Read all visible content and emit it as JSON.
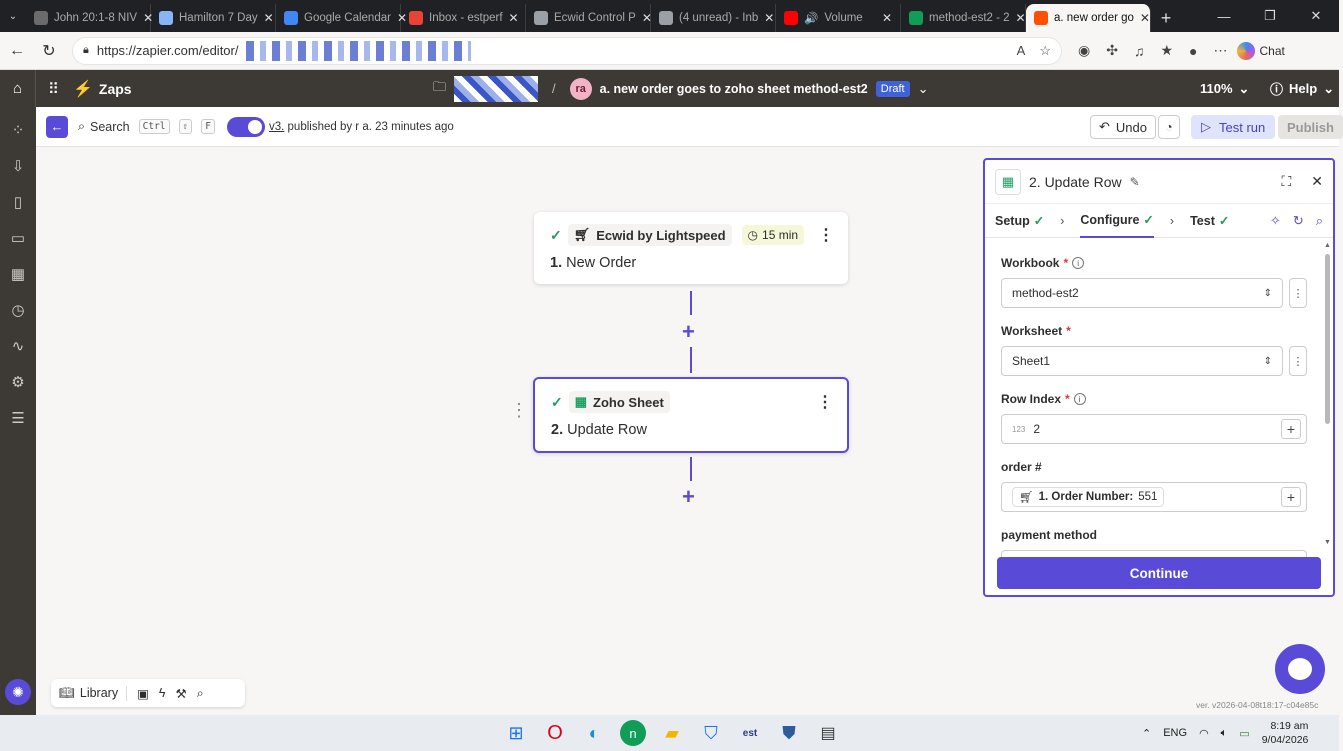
{
  "browser": {
    "tabs": [
      {
        "label": "John 20:1-8 NIV",
        "color": "#6b6b6b"
      },
      {
        "label": "Hamilton 7 Day",
        "color": "#8ab4f8"
      },
      {
        "label": "Google Calendar",
        "color": "#4285f4"
      },
      {
        "label": "Inbox - estperf",
        "color": "#ea4335"
      },
      {
        "label": "Ecwid Control P",
        "color": "#9aa0a6"
      },
      {
        "label": "(4 unread) - Inb",
        "color": "#9aa0a6"
      },
      {
        "label": "Volume",
        "color": "#ff0000"
      },
      {
        "label": "method-est2 - 2",
        "color": "#0f9d58"
      },
      {
        "label": "a. new order go",
        "color": "#ff4f00"
      }
    ],
    "url": "https://zapier.com/editor/",
    "chat_label": "Chat"
  },
  "header": {
    "app_label": "Zaps",
    "avatar_initials": "ra",
    "zap_name": "a. new order goes to zoho sheet method-est2",
    "status_badge": "Draft",
    "zoom": "110%",
    "help_label": "Help"
  },
  "toolbar": {
    "search_label": "Search",
    "shortcut_keys": [
      "Ctrl",
      "⇧",
      "F"
    ],
    "version_link": "v3.",
    "version_text": "published by r",
    "version_text2": "a. 23 minutes ago",
    "undo_label": "Undo",
    "test_run_label": "Test run",
    "publish_label": "Publish"
  },
  "steps": [
    {
      "app": "Ecwid by Lightspeed",
      "interval": "15 min",
      "number": "1.",
      "event": "New Order"
    },
    {
      "app": "Zoho Sheet",
      "number": "2.",
      "event": "Update Row"
    }
  ],
  "panel": {
    "title": "2. Update Row",
    "tabs": [
      {
        "label": "Setup"
      },
      {
        "label": "Configure"
      },
      {
        "label": "Test"
      }
    ],
    "fields": {
      "workbook_label": "Workbook",
      "workbook_value": "method-est2",
      "worksheet_label": "Worksheet",
      "worksheet_value": "Sheet1",
      "row_index_label": "Row Index",
      "row_index_value": "2",
      "row_index_icon_text": "123",
      "order_label": "order #",
      "order_pill_label": "1. Order Number:",
      "order_pill_value": "551",
      "payment_label": "payment method"
    },
    "continue_label": "Continue"
  },
  "bottom_toolbar": {
    "library_label": "Library"
  },
  "version_footer": "ver. v2026-04-08t18:17-c04e85c",
  "taskbar": {
    "language": "ENG",
    "time": "8:19 am",
    "date": "9/04/2026"
  },
  "colors": {
    "accent": "#5a4ad8",
    "zapier_orange": "#ff4f00",
    "success": "#1f9e61",
    "header_bg": "#3d3935"
  }
}
